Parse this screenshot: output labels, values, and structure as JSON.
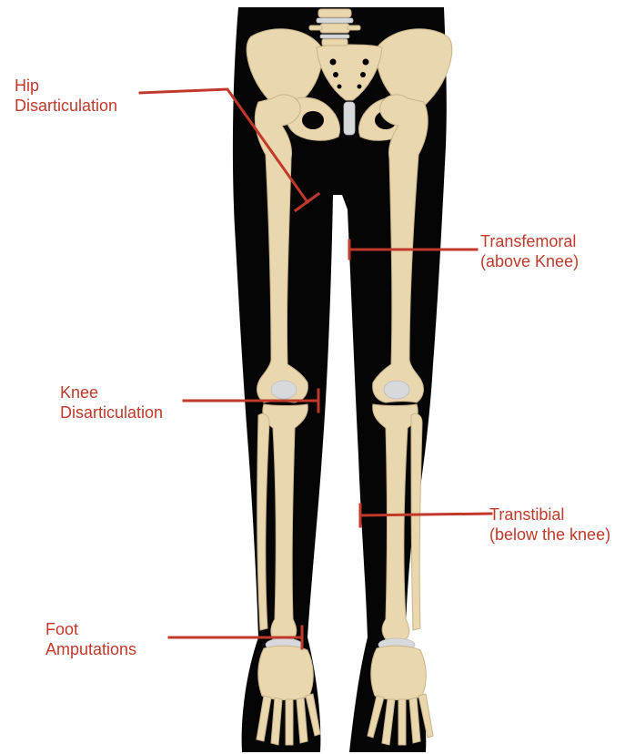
{
  "colors": {
    "accent": "#c0392b",
    "silhouette": "#050505",
    "bone": "#ead7ae",
    "bone_shade": "#c9b48a",
    "cartilage": "#d7d9dc"
  },
  "labels": {
    "hip": {
      "line1": "Hip",
      "line2": "Disarticulation"
    },
    "transfemoral": {
      "line1": "Transfemoral",
      "line2": "(above Knee)"
    },
    "knee": {
      "line1": "Knee",
      "line2": "Disarticulation"
    },
    "transtibial": {
      "line1": "Transtibial",
      "line2": "(below the knee)"
    },
    "foot": {
      "line1": "Foot",
      "line2": "Amputations"
    }
  }
}
